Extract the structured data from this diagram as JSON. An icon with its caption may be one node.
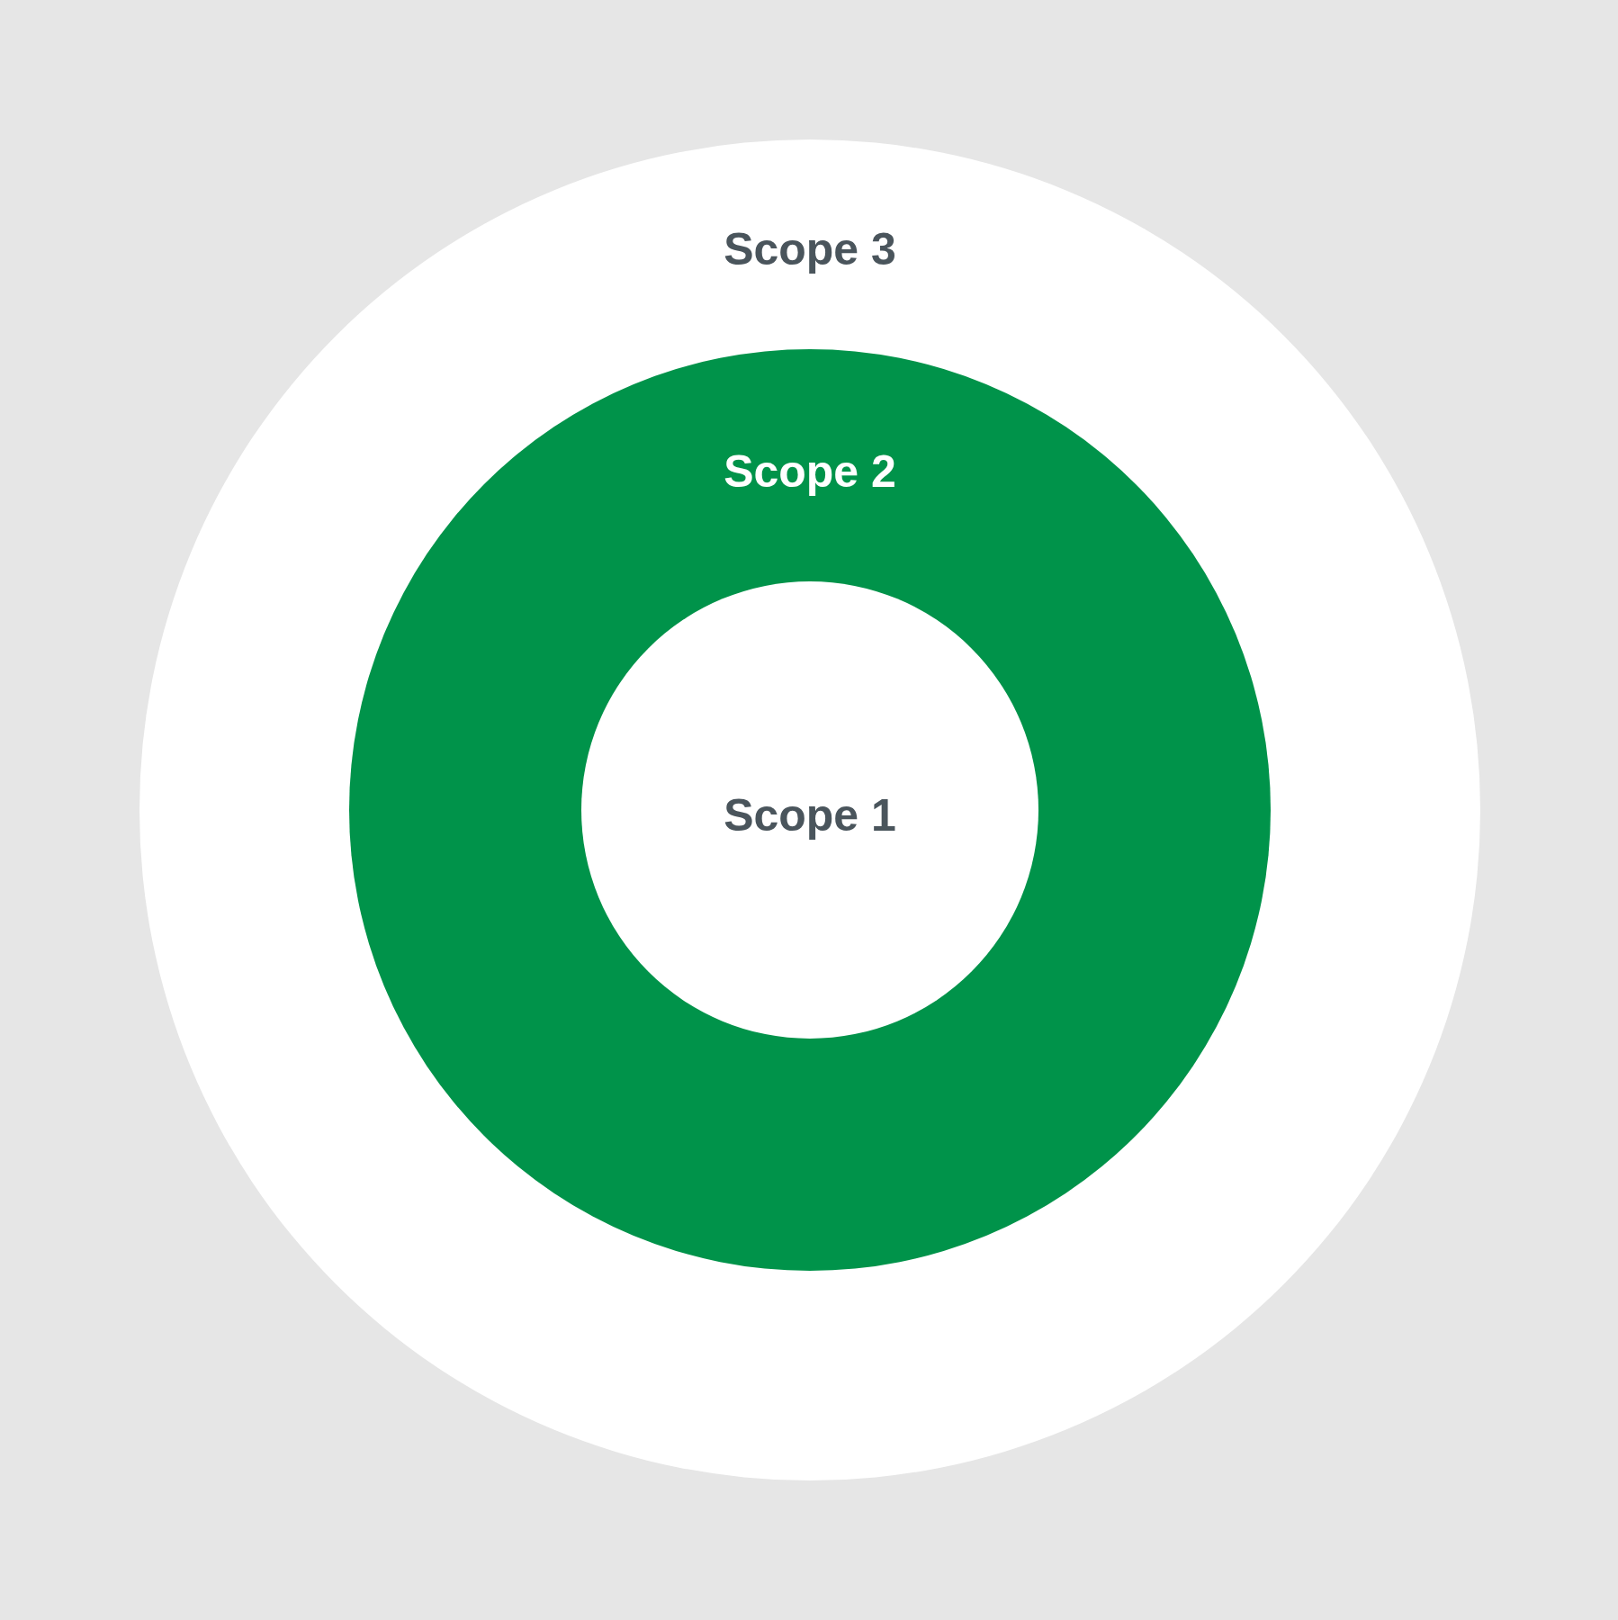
{
  "diagram": {
    "nodes": [
      {
        "text": [
          "Scope 3"
        ]
      },
      {
        "text": [
          "Scope 2"
        ],
        "in": 0
      },
      {
        "text": [
          "Scope 1"
        ],
        "in": 1
      }
    ]
  }
}
